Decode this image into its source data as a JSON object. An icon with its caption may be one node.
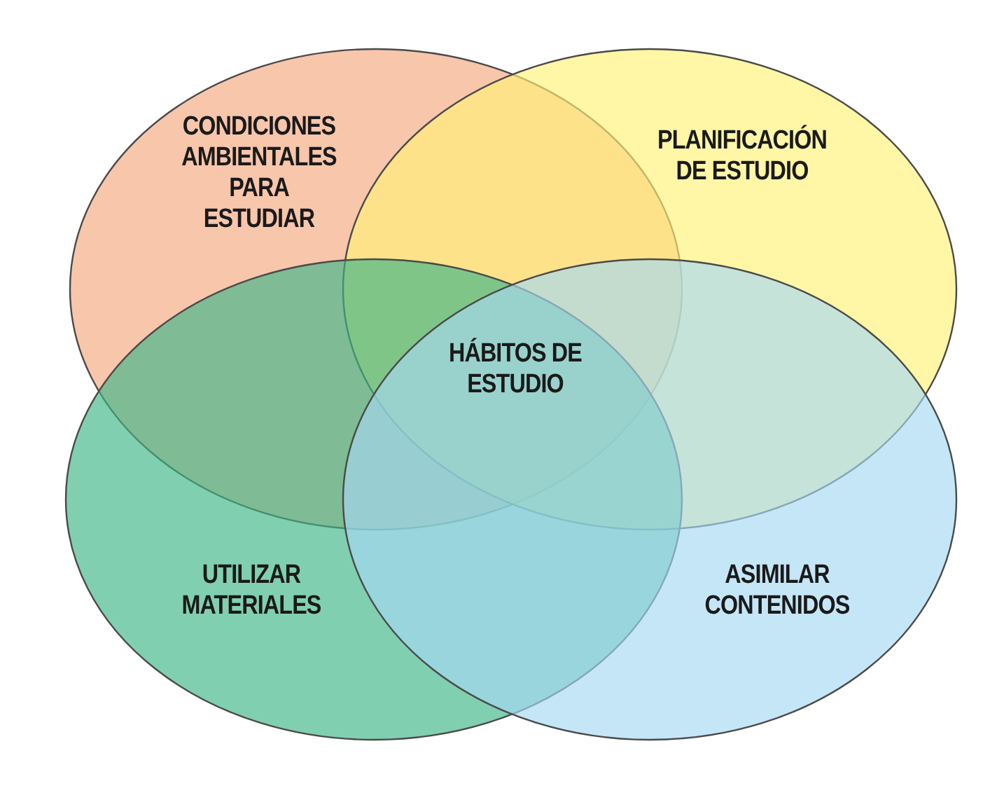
{
  "diagram": {
    "nodes": [
      {
        "text": [
          "CONDICIONES AMBIENTALES PARA ESTUDIAR"
        ]
      },
      {
        "text": [
          "PLANIFICACIÓN DE ESTUDIO"
        ]
      },
      {
        "text": [
          "UTILIZAR MATERIALES"
        ]
      },
      {
        "text": [
          "ASIMILAR CONTENIDOS"
        ]
      }
    ],
    "edges": [],
    "labels": [
      "HÁBITOS DE ESTUDIO"
    ]
  }
}
